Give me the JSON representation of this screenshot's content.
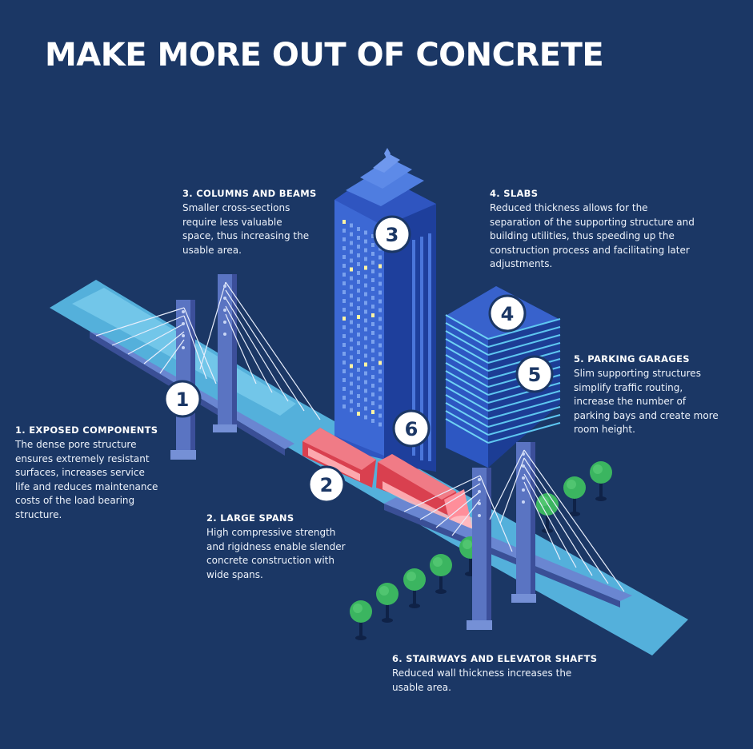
{
  "title": "MAKE MORE OUT OF CONCRETE",
  "colors": {
    "background": "#1b3765",
    "water": "#5ec6f0",
    "structure": "#4a6ab8",
    "train": "#d9404f",
    "tree": "#3bb560",
    "text": "#ffffff"
  },
  "markers": [
    "1",
    "2",
    "3",
    "4",
    "5",
    "6"
  ],
  "callouts": [
    {
      "heading": "1. EXPOSED COMPONENTS",
      "lines": [
        "The dense pore structure",
        "ensures extremely resistant",
        "surfaces, increases service",
        "life and reduces maintenance",
        "costs of the load bearing",
        "structure."
      ]
    },
    {
      "heading": "2. LARGE SPANS",
      "lines": [
        "High compressive strength",
        "and rigidness enable slender",
        "concrete construction with",
        "wide spans."
      ]
    },
    {
      "heading": "3. COLUMNS AND BEAMS",
      "lines": [
        "Smaller cross-sections",
        "require less valuable",
        "space, thus increasing the",
        "usable area."
      ]
    },
    {
      "heading": "4. SLABS",
      "lines": [
        "Reduced thickness allows for the",
        "separation of the supporting structure and",
        "building utilities, thus speeding up the",
        "construction process and facilitating later",
        "adjustments."
      ]
    },
    {
      "heading": "5. PARKING GARAGES",
      "lines": [
        "Slim supporting structures",
        "simplify traffic routing,",
        "increase the number of",
        "parking bays and create more",
        "room height."
      ]
    },
    {
      "heading": "6. STAIRWAYS AND ELEVATOR SHAFTS",
      "lines": [
        "Reduced wall thickness increases the",
        "usable area."
      ]
    }
  ]
}
